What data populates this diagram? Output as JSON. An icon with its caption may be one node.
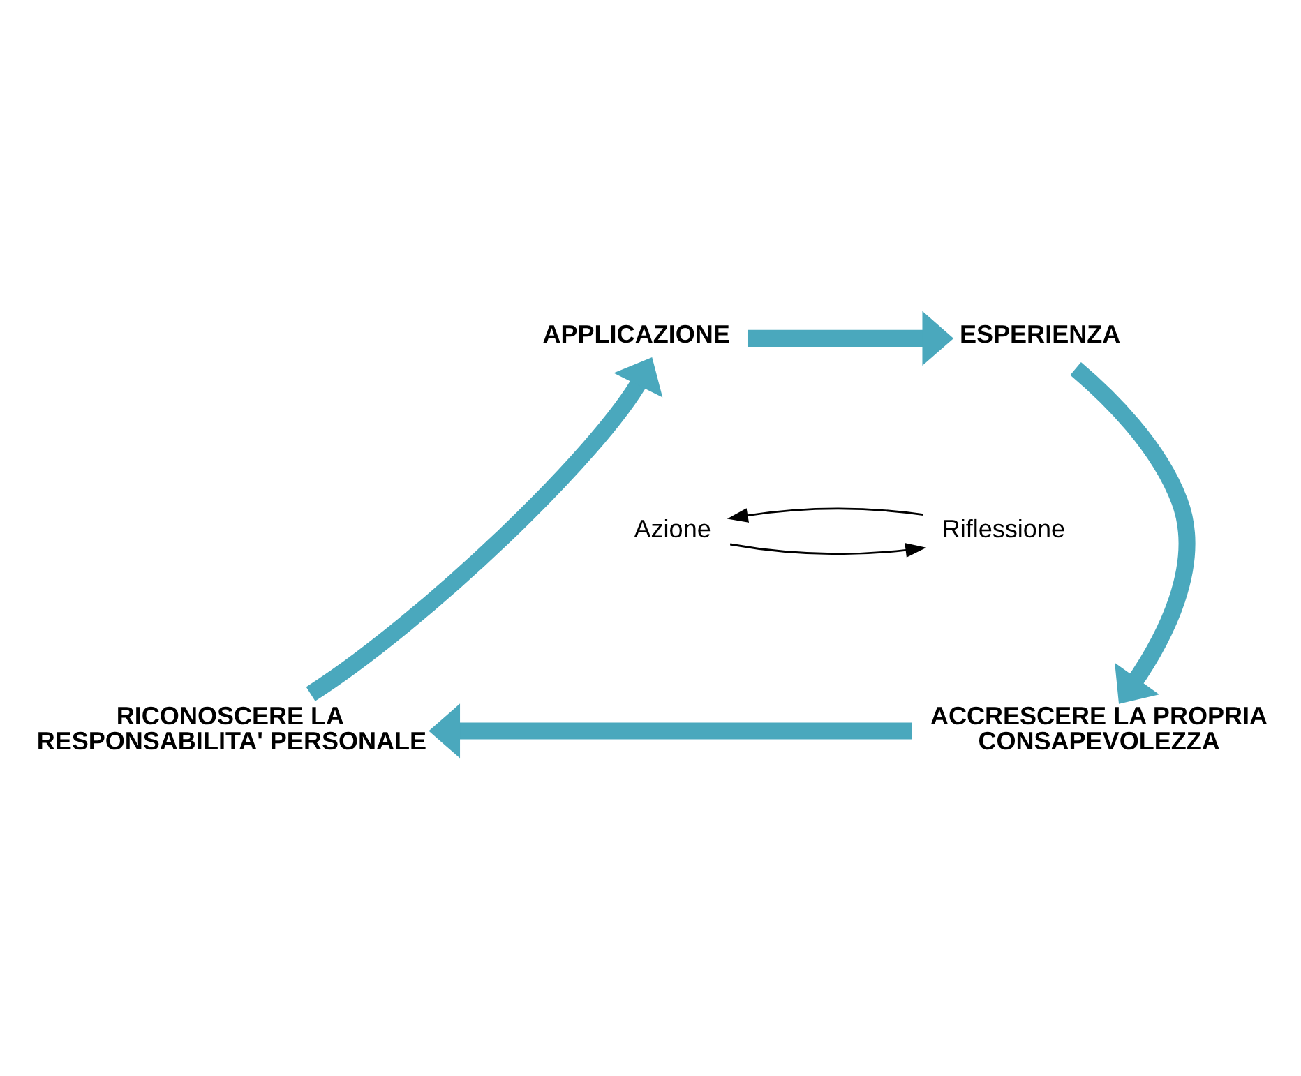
{
  "diagram": {
    "nodes": [
      {
        "text": [
          "APPLICAZIONE"
        ]
      },
      {
        "text": [
          "ESPERIENZA"
        ]
      },
      {
        "text": [
          "Azione"
        ]
      },
      {
        "text": [
          "Riflessione"
        ]
      },
      {
        "text": [
          "ACCRESCERE LA PROPRIA CONSAPEVOLEZZA"
        ]
      },
      {
        "text": [
          "RICONOSCERE LA RESPONSABILITA' PERSONALE"
        ]
      }
    ],
    "edges": [
      {
        "from": 0,
        "to": 1,
        "arrow": "to"
      },
      {
        "from": 2,
        "to": 3,
        "arrow": "to",
        "color": "#000000"
      },
      {
        "from": 3,
        "to": 2,
        "arrow": "to",
        "color": "#000000"
      },
      {
        "from": 1,
        "to": 4,
        "arrow": "to"
      },
      {
        "from": 4,
        "to": 5,
        "arrow": "to"
      },
      {
        "from": 5,
        "to": 0,
        "arrow": "to"
      }
    ]
  }
}
